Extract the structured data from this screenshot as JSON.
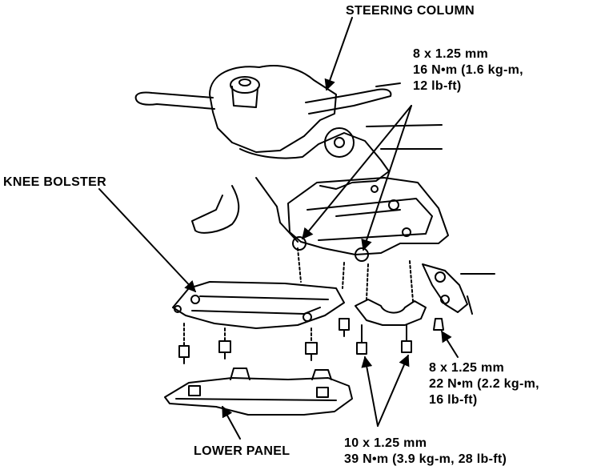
{
  "labels": {
    "steering_column": "STEERING COLUMN",
    "knee_bolster": "KNEE BOLSTER",
    "lower_panel": "LOWER PANEL"
  },
  "specs": {
    "upper_bolt": {
      "size": "8 x 1.25 mm",
      "torque_line1": "16 N•m (1.6 kg-m,",
      "torque_line2": "12 lb-ft)"
    },
    "side_bolt": {
      "size": "8 x 1.25 mm",
      "torque_line1": "22 N•m (2.2 kg-m,",
      "torque_line2": "16 lb-ft)"
    },
    "lower_bolt": {
      "size": "10 x 1.25 mm",
      "torque_line1": "39 N•m (3.9 kg-m, 28 lb-ft)"
    }
  },
  "colors": {
    "ink": "#000000",
    "paper": "#ffffff"
  }
}
